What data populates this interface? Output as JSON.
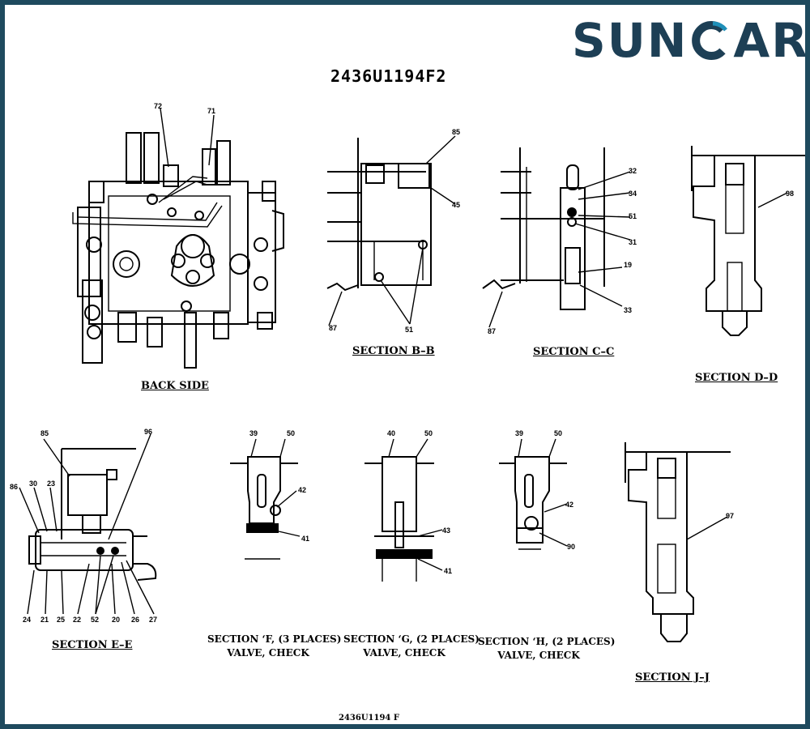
{
  "brand": {
    "name": "SUNCAR",
    "prefix": "SUN",
    "suffix": "AR",
    "color": "#1d3f55",
    "accent": "#1e4a5e"
  },
  "part_number": "2436U1194F2",
  "captions": {
    "back_side": "BACK SIDE",
    "section_bb": "SECTION B–B",
    "section_cc": "SECTION C–C",
    "section_dd": "SECTION D–D",
    "section_ee": "SECTION E–E",
    "section_jj": "SECTION J–J",
    "section_f": "SECTION ‘F, (3 PLACES)",
    "section_g": "SECTION ‘G, (2 PLACES)",
    "section_h": "SECTION ‘H, (2 PLACES)",
    "valve_check": "VALVE, CHECK",
    "footer": "2436U1194 F"
  },
  "callouts": {
    "back_side": [
      "72",
      "71"
    ],
    "section_bb": [
      "85",
      "45",
      "87",
      "51"
    ],
    "section_cc": [
      "32",
      "34",
      "51",
      "31",
      "19",
      "33",
      "87"
    ],
    "section_dd": [
      "98"
    ],
    "section_ee": [
      "85",
      "96",
      "30",
      "23",
      "86",
      "24",
      "21",
      "25",
      "22",
      "52",
      "20",
      "26",
      "27"
    ],
    "section_f": [
      "39",
      "50",
      "42",
      "41"
    ],
    "section_g": [
      "40",
      "50",
      "43",
      "41"
    ],
    "section_h": [
      "39",
      "50",
      "42",
      "90"
    ],
    "section_jj": [
      "97"
    ]
  }
}
